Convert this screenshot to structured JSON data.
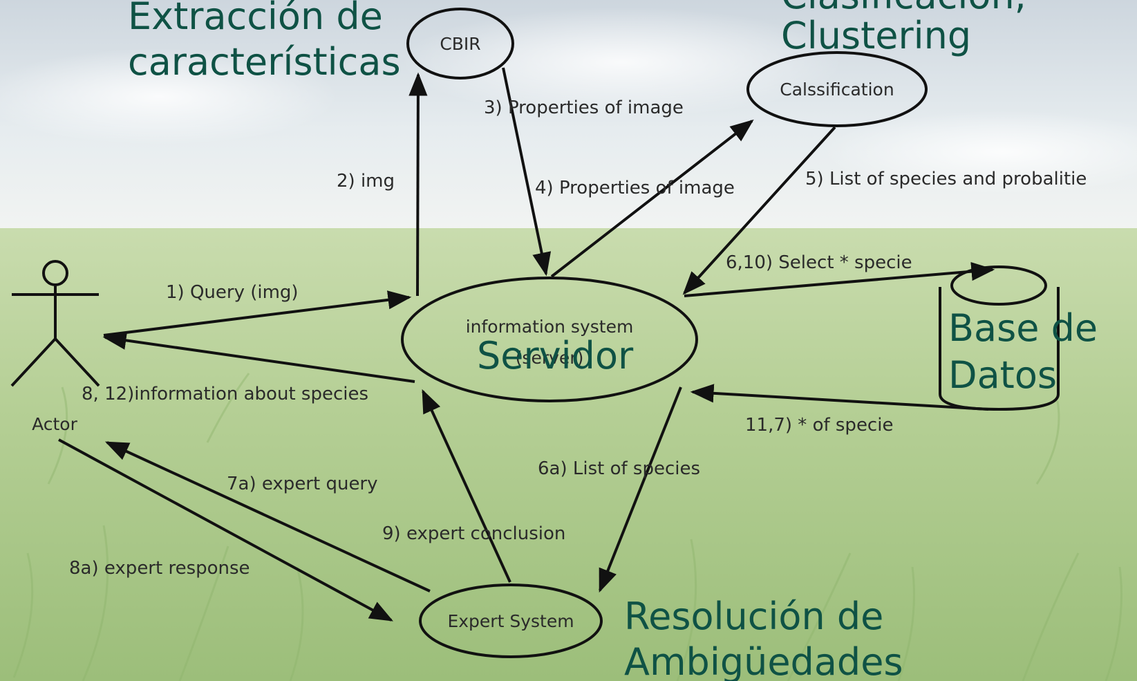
{
  "headings": {
    "extraction": [
      "Extracción de",
      "características"
    ],
    "classification": [
      "Clasificación,",
      "Clustering"
    ],
    "server": "Servidor",
    "database": [
      "Base de",
      "Datos"
    ],
    "resolution": [
      "Resolución de",
      "Ambigüedades"
    ]
  },
  "nodes": {
    "cbir": "CBIR",
    "classification": "Calssification",
    "info_system": "information system",
    "info_system_sub": "(server)",
    "expert_system": "Expert System",
    "actor": "Actor"
  },
  "edges": {
    "e1": "1) Query (img)",
    "e2": "2) img",
    "e3": "3) Properties of image",
    "e4": "4) Properties of image",
    "e5": "5) List of species and probalitie",
    "e610": "6,10) Select * specie",
    "e117": "11,7) * of specie",
    "e812": "8, 12)information about species",
    "e6a": "6a) List of species",
    "e7a": "7a) expert query",
    "e8a": "8a) expert response",
    "e9": "9) expert conclusion"
  }
}
